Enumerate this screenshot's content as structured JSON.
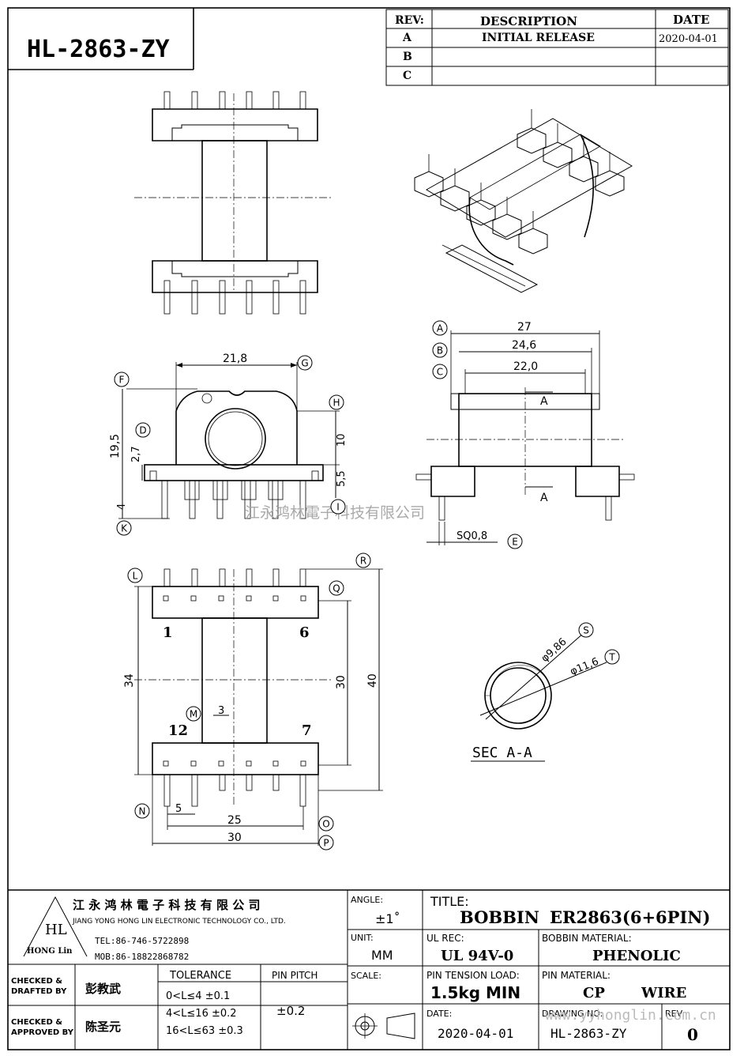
{
  "drawing_number_title": "HL-2863-ZY",
  "revision_table": {
    "headers": {
      "rev": "REV:",
      "description": "DESCRIPTION",
      "date": "DATE"
    },
    "rows": [
      {
        "rev": "A",
        "description": "INITIAL  RELEASE",
        "date": "2020-04-01"
      },
      {
        "rev": "B",
        "description": "",
        "date": ""
      },
      {
        "rev": "C",
        "description": "",
        "date": ""
      }
    ]
  },
  "dimensions": {
    "d_21_8": "21,8",
    "d_19_5": "19,5",
    "d_2_7": "2,7",
    "d_10": "10",
    "d_5_5": "5,5",
    "d_4": "4",
    "d_27": "27",
    "d_24_6": "24,6",
    "d_22_0": "22,0",
    "d_sq": "SQ0,8",
    "d_34": "34",
    "d_30v": "30",
    "d_40": "40",
    "d_3": "3",
    "d_5": "5",
    "d_25": "25",
    "d_30h": "30",
    "d_phi1": "φ9,86",
    "d_phi2": "φ11,6"
  },
  "callouts": [
    "A",
    "B",
    "C",
    "D",
    "E",
    "F",
    "G",
    "H",
    "I",
    "K",
    "L",
    "M",
    "N",
    "O",
    "P",
    "Q",
    "R",
    "S",
    "T"
  ],
  "section_marks": {
    "a_top": "A",
    "a_bottom": "A"
  },
  "pin_numbers": {
    "p1": "1",
    "p6": "6",
    "p12": "12",
    "p7": "7"
  },
  "section_label": "SEC A-A",
  "watermark": "江永鸿林電子科技有限公司",
  "title_block": {
    "company_cn": "江 永 鸿 林 電 子 科 技 有 限 公 司",
    "company_en": "JIANG YONG HONG LIN ELECTRONIC TECHNOLOGY CO., LTD.",
    "logo_text": "HL",
    "logo_sub": "HONG Lin",
    "tel": "TEL:86-746-5722898",
    "mob": "MOB:86-18822868782",
    "angle_label": "ANGLE:",
    "angle_value": "±1˚",
    "unit_label": "UNIT:",
    "unit_value": "MM",
    "scale_label": "SCALE:",
    "title_label": "TITLE:",
    "title_value_1": "BOBBIN",
    "title_value_2": "ER2863(6+6PIN)",
    "ul_label": "UL REC:",
    "ul_value": "UL 94V-0",
    "bobbin_mat_label": "BOBBIN MATERIAL:",
    "bobbin_mat_value": "PHENOLIC",
    "pin_tension_label": "PIN TENSION LOAD:",
    "pin_tension_value": "1.5kg MIN",
    "pin_mat_label": "PIN MATERIAL:",
    "pin_mat_value_1": "CP",
    "pin_mat_value_2": "WIRE",
    "date_label": "DATE:",
    "date_value": "2020-04-01",
    "drawing_no_label": "DRAWING NO:",
    "drawing_no_value": "HL-2863-ZY",
    "rev_label": "REV:",
    "rev_value": "0",
    "checked_drafted": "CHECKED &\nDRAFTED BY",
    "checked_drafted_1": "CHECKED &",
    "checked_drafted_2": "DRAFTED BY",
    "drafter": "彭教武",
    "checked_approved_1": "CHECKED &",
    "checked_approved_2": "APPROVED BY",
    "approver": "陈圣元",
    "tolerance_label": "TOLERANCE",
    "tol_1": "0<L≤4  ±0.1",
    "tol_2": "4<L≤16 ±0.2",
    "tol_3": "16<L≤63 ±0.3",
    "pin_pitch_label": "PIN PITCH",
    "pin_pitch_value": "±0.2",
    "website": "www.yyhonglin.com.cn"
  }
}
